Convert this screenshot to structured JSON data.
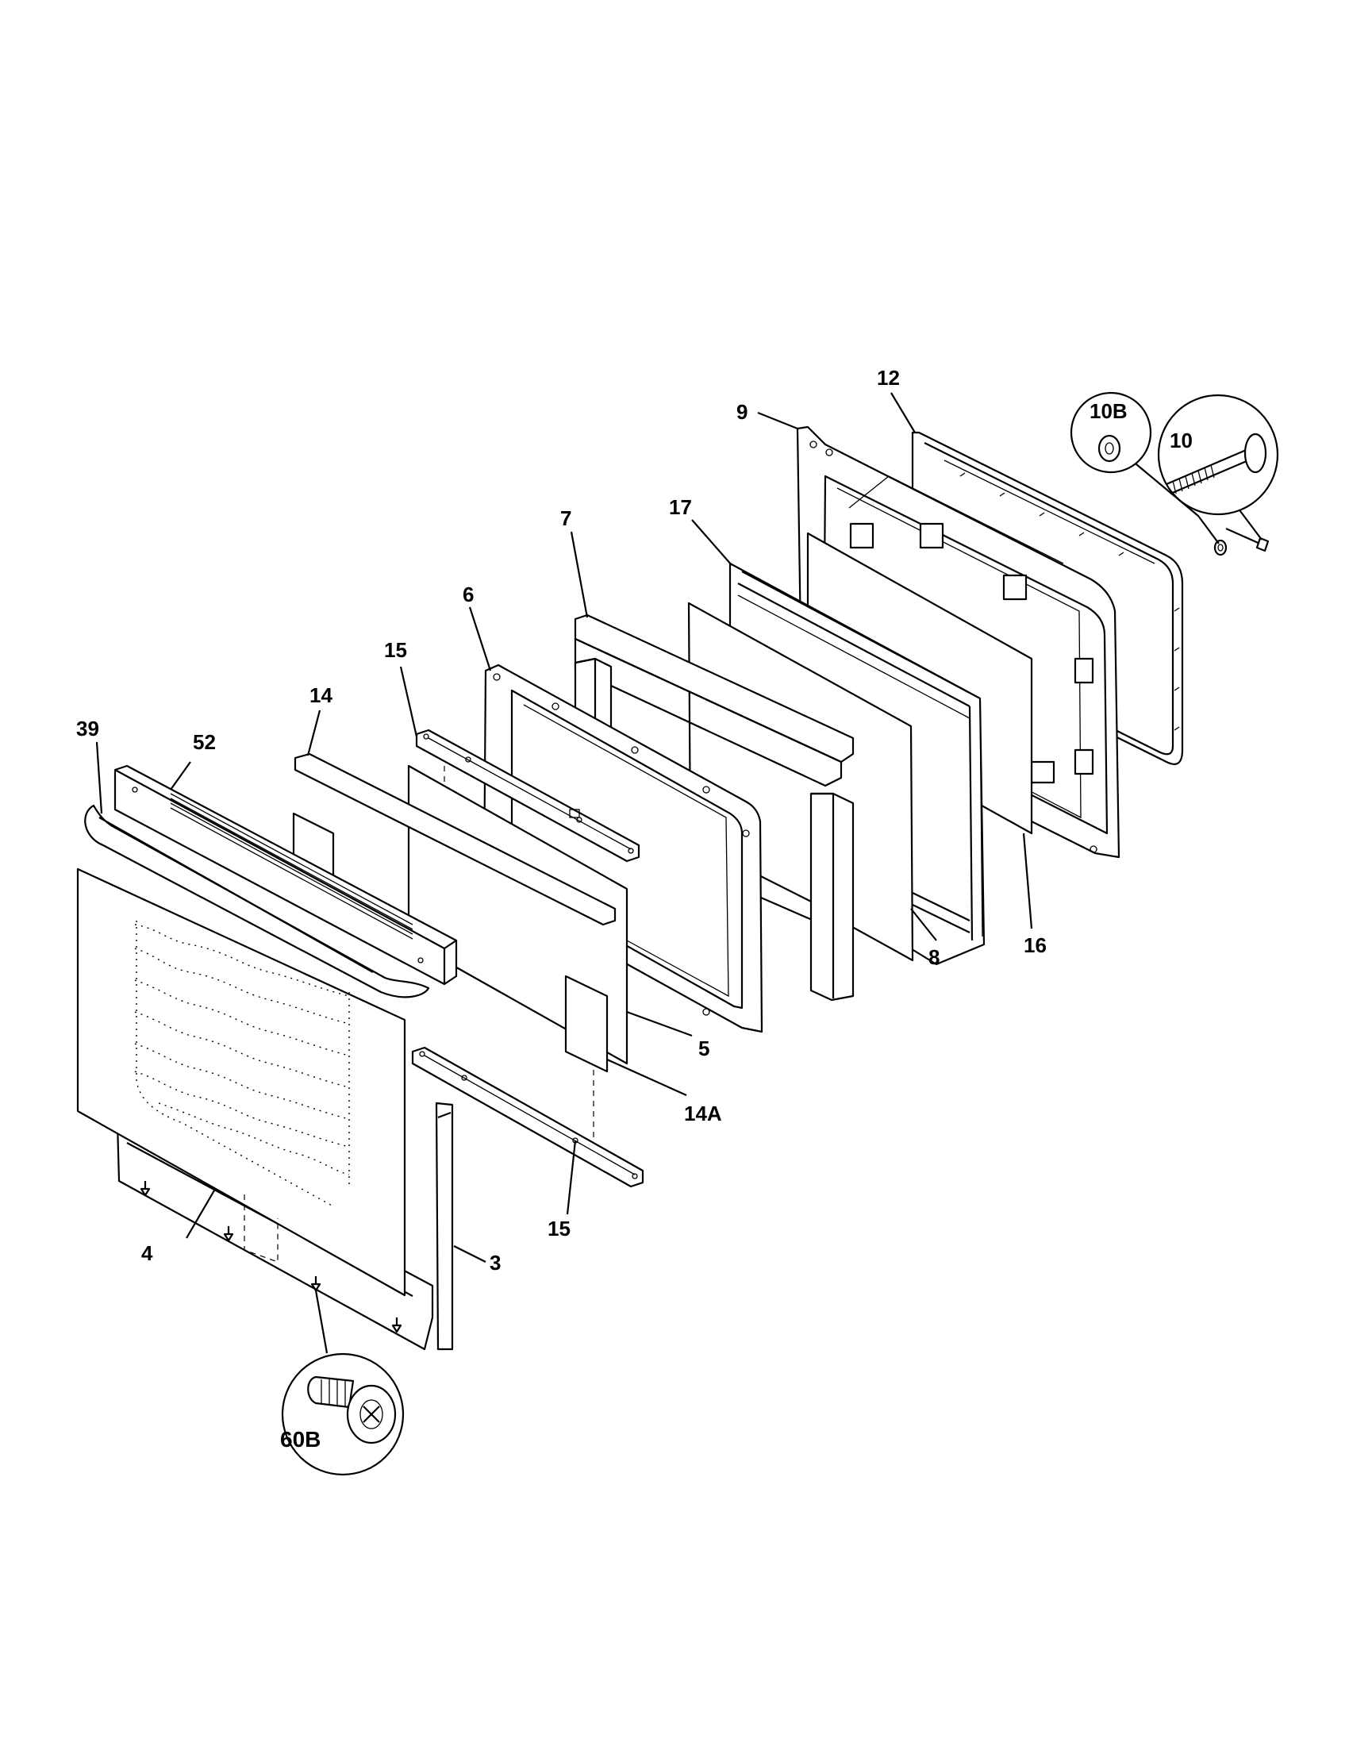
{
  "diagram": {
    "callouts": [
      {
        "id": "c39",
        "label": "39"
      },
      {
        "id": "c52",
        "label": "52"
      },
      {
        "id": "c14",
        "label": "14"
      },
      {
        "id": "c15top",
        "label": "15"
      },
      {
        "id": "c6",
        "label": "6"
      },
      {
        "id": "c7",
        "label": "7"
      },
      {
        "id": "c17",
        "label": "17"
      },
      {
        "id": "c9",
        "label": "9"
      },
      {
        "id": "c12",
        "label": "12"
      },
      {
        "id": "c10B",
        "label": "10B"
      },
      {
        "id": "c10",
        "label": "10"
      },
      {
        "id": "c16",
        "label": "16"
      },
      {
        "id": "c8",
        "label": "8"
      },
      {
        "id": "c5",
        "label": "5"
      },
      {
        "id": "c14A",
        "label": "14A"
      },
      {
        "id": "c15bot",
        "label": "15"
      },
      {
        "id": "c4",
        "label": "4"
      },
      {
        "id": "c3",
        "label": "3"
      },
      {
        "id": "c60B",
        "label": "60B"
      }
    ]
  }
}
